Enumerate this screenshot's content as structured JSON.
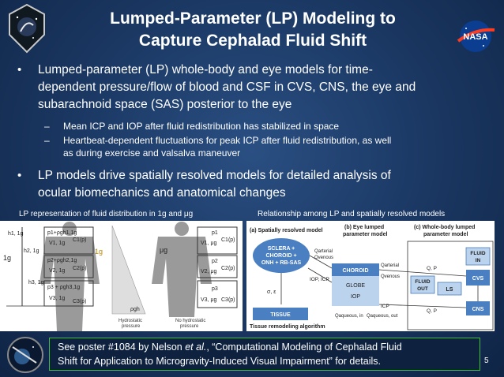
{
  "title": {
    "line1": "Lumped-Parameter (LP) Modeling to",
    "line2": "Capture Cephalad Fluid Shift"
  },
  "logos": {
    "left": "mission-patch-icon",
    "right": "nasa-meatball-icon",
    "footer": "space-station-patch-icon"
  },
  "bullets": {
    "b1_line1": "Lumped-parameter (LP) whole-body and eye models for time-",
    "b1_line2": "dependent pressure/flow of blood and CSF in CVS, CNS, the eye and",
    "b1_line3": "subarachnoid space (SAS) posterior to the eye",
    "sub1": "Mean ICP and IOP after fluid redistribution has stabilized in space",
    "sub2_line1": "Heartbeat-dependent fluctuations for peak ICP after fluid redistribution, as well",
    "sub2_line2": "as during exercise and valsalva maneuver",
    "b2_line1": "LP models drive spatially resolved models for detailed analysis of",
    "b2_line2": "ocular biomechanics and anatomical changes",
    "bullet_char": "•",
    "dash_char": "–"
  },
  "figures": {
    "left_label": "LP representation of fluid distribution in 1g and μg",
    "right_label": "Relationship among LP and spatially resolved models",
    "left": {
      "h1": "h1, 1g",
      "h2": "h2, 1g",
      "h3": "h3, 1g",
      "g_left": "1g",
      "g_mid": "1g",
      "mu_g": "μg",
      "p1g_1": "p1+ρgh1,1g",
      "v1g_1": "V1, 1g",
      "c1g_1": "C1(p)",
      "p1g_2": "p2+ρgh2,1g",
      "v1g_2": "V2, 1g",
      "c1g_2": "C2(p)",
      "p1g_3": "p3 + ρgh3,1g",
      "v1g_3": "V3, 1g",
      "c1g_3": "C3(p)",
      "rho_gh": "ρgh",
      "hydro1": "Hydrostatic",
      "hydro2": "pressure",
      "p_ug_1": "p1",
      "v_ug_1": "V1, μg",
      "c_ug_1": "C1(p)",
      "p_ug_2": "p2",
      "v_ug_2": "V2, μg",
      "c_ug_2": "C2(p)",
      "p_ug_3": "p3",
      "v_ug_3": "V3, μg",
      "c_ug_3": "C3(p)",
      "nohydro1": "No hydrostatic",
      "nohydro2": "pressure"
    },
    "right": {
      "a_label": "(a) Spatially resolved model",
      "b_label1": "(b) Eye lumped",
      "b_label2": "parameter model",
      "c_label1": "(c) Whole-body lumped",
      "c_label2": "parameter model",
      "sclera1": "SCLERA +",
      "sclera2": "CHOROID +",
      "sclera3": "ONH + RB-SAS",
      "q_arterial": "Qarterial",
      "q_venous": "Qvenous",
      "iop_icp": "IOP, ICP",
      "sigma": "σ, ε",
      "tissue": "TISSUE",
      "remodel": "Tissue remodeling algorithm",
      "choroid": "CHOROID",
      "globe": "GLOBE",
      "iop": "IOP",
      "icp": "ICP",
      "q_aq_in": "Qaqueous, in",
      "q_aq_out": "Qaqueous, out",
      "q_arterial2": "Qarterial",
      "q_venous2": "Qvenous",
      "qp1": "Q, P",
      "qp2": "Q, P",
      "fluid_in1": "FLUID",
      "fluid_in2": "IN",
      "fluid_out1": "FLUID",
      "fluid_out2": "OUT",
      "cvs": "CVS",
      "ls": "LS",
      "cns": "CNS"
    }
  },
  "footer": {
    "text_prefix": "See poster #1084 by Nelson ",
    "et_al": "et al.",
    "text_mid": ", “Computational Modeling of Cephalad Fluid",
    "text_line2": "Shift for Application to Microgravity-Induced Visual Impairment” for details.",
    "page": "5"
  },
  "colors": {
    "background": "#1c3a66",
    "box_border": "#3fbf3f",
    "model_box": "#4a7fc1",
    "fluid_box": "#bcd3ee",
    "tissue_box": "#4a7fc1"
  }
}
